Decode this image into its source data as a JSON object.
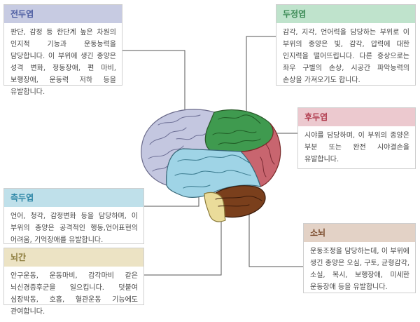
{
  "regions": {
    "frontal": {
      "title": "전두엽",
      "color": "#c7cbe2",
      "title_color": "#4a5aa0",
      "text": "판단, 감정 등 한단계 높은 차원의 인지적 기능과 운동능력을 담당합니다. 이 부위에 생긴 종양은 성격 변화, 정동장애, 편 마비, 보행장애, 운동력 저하 등을 유발합니다."
    },
    "parietal": {
      "title": "두정엽",
      "color": "#bfe3cc",
      "title_color": "#3b8a55",
      "text": "감각, 지각, 언어력을 담당하는 부위로 이 부위의 종양은 빛, 감각, 압력에 대한 인지력을 떨어뜨립니다. 다른 증상으로는 좌우 구별의 손상, 시공간 파악능력의 손상을 가져오기도 합니다."
    },
    "occipital": {
      "title": "후두엽",
      "color": "#ecc9cf",
      "title_color": "#b03a4c",
      "text": "시야를 담당하며, 이 부위의 종양은 부분 또는 완전 시야결손을 유발합니다."
    },
    "temporal": {
      "title": "측두엽",
      "color": "#bfe0ea",
      "title_color": "#2d86a6",
      "text": "언어, 청각, 감정변화 등을 담당하며, 이 부위의 종양은 공격적인 행동,언어표현의 어려움, 기억장애를 유발합니다."
    },
    "brainstem": {
      "title": "뇌간",
      "color": "#ece3c4",
      "title_color": "#8a7a3a",
      "text": "안구운동, 운동마비, 감각마비 같은 뇌신경증후군을 일으킵니다. 덧붙여 심장박동, 호흡, 혈관운동 기능에도 관여합니다."
    },
    "cerebellum": {
      "title": "소뇌",
      "color": "#e3d2c6",
      "title_color": "#7a4a2a",
      "text": "운동조정을 담당하는데, 이 부위에 생긴 종양은 오심, 구토, 균형감각, 소실, 복시, 보행장애, 미세한 운동장애 등을 유발합니다."
    }
  },
  "brain_colors": {
    "frontal": "#c4c7e0",
    "parietal": "#3f9a4f",
    "occipital": "#c8656f",
    "temporal": "#9fd4e6",
    "cerebellum": "#7a3f1c",
    "brainstem": "#eadc9a"
  }
}
